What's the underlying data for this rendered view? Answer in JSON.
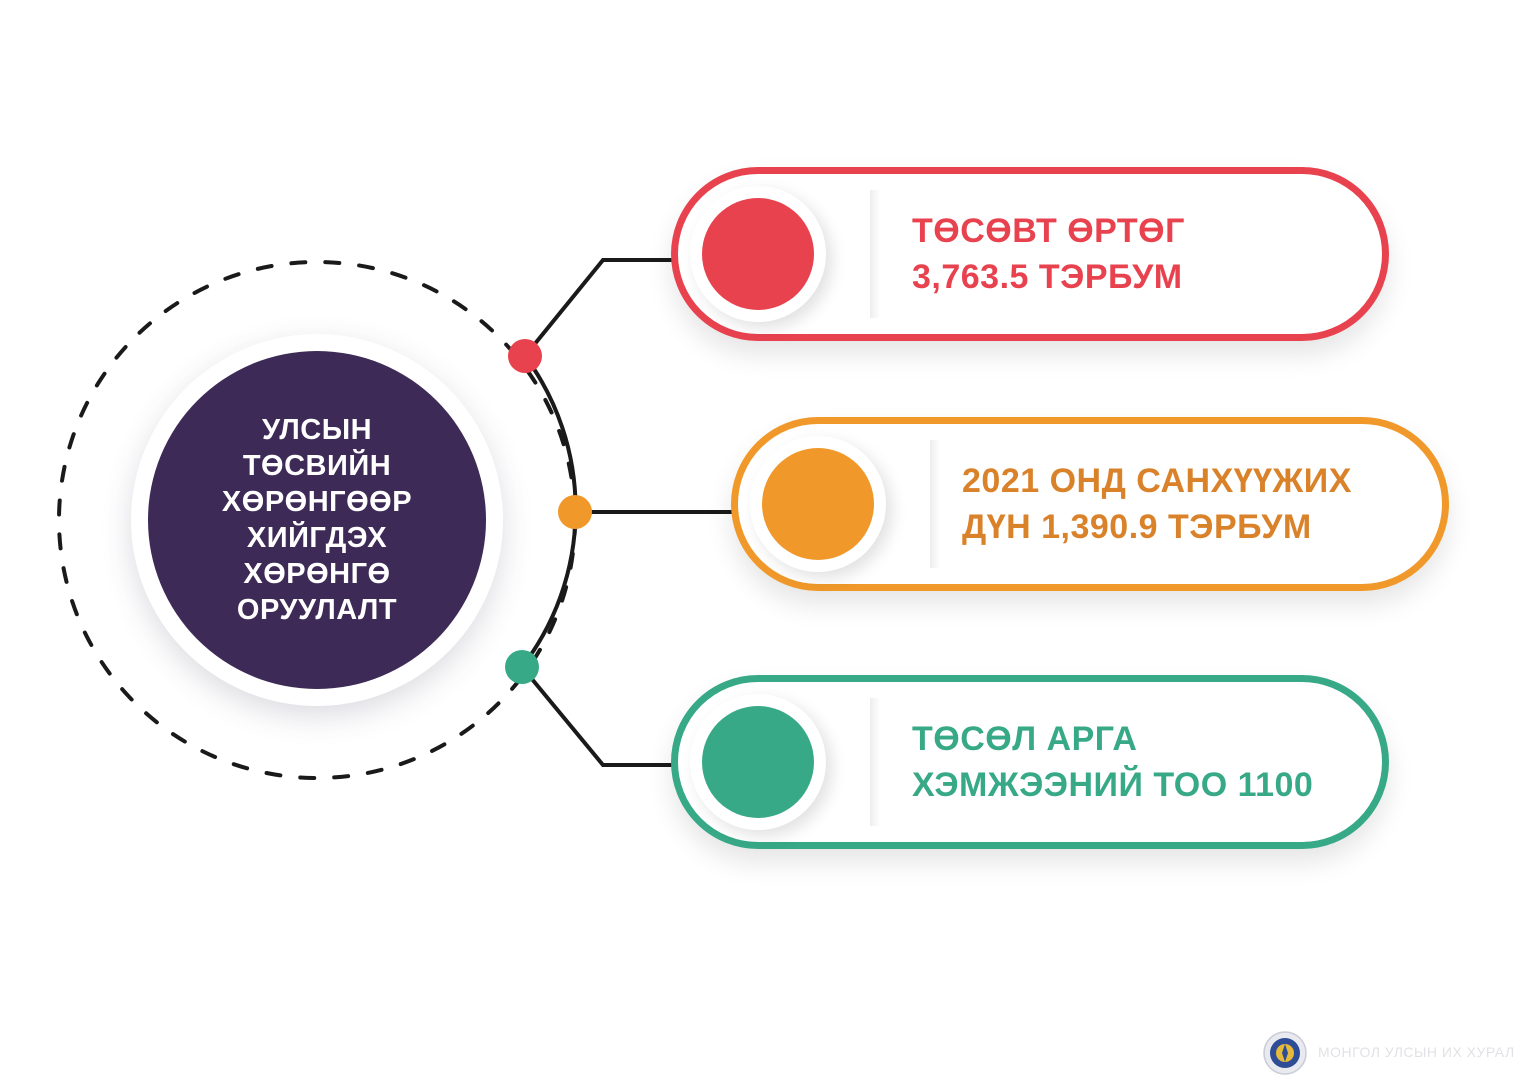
{
  "hub": {
    "title": "УЛСЫН\nТӨСВИЙН\nХӨРӨНГӨӨР\nХИЙГДЭХ\nХӨРӨНГӨ\nОРУУЛАЛТ",
    "color": "#3d2a56"
  },
  "cards": [
    {
      "label": "ТӨСӨВТ ӨРТӨГ\n3,763.5 ТЭРБУМ",
      "color": "#e8424f",
      "text_color": "#e8424f"
    },
    {
      "label": "2021 ОНД САНХҮҮЖИХ\nДҮН 1,390.9 ТЭРБУМ",
      "color": "#f0992a",
      "text_color": "#d9822a"
    },
    {
      "label": "ТӨСӨЛ АРГА\nХЭМЖЭЭНИЙ ТОО 1100",
      "color": "#37a987",
      "text_color": "#37a987"
    }
  ],
  "connector_color": "#1a1a1a",
  "footer": {
    "logo": "state-emblem-icon",
    "text": "МОНГОЛ УЛСЫН ИХ ХУРАЛ"
  }
}
